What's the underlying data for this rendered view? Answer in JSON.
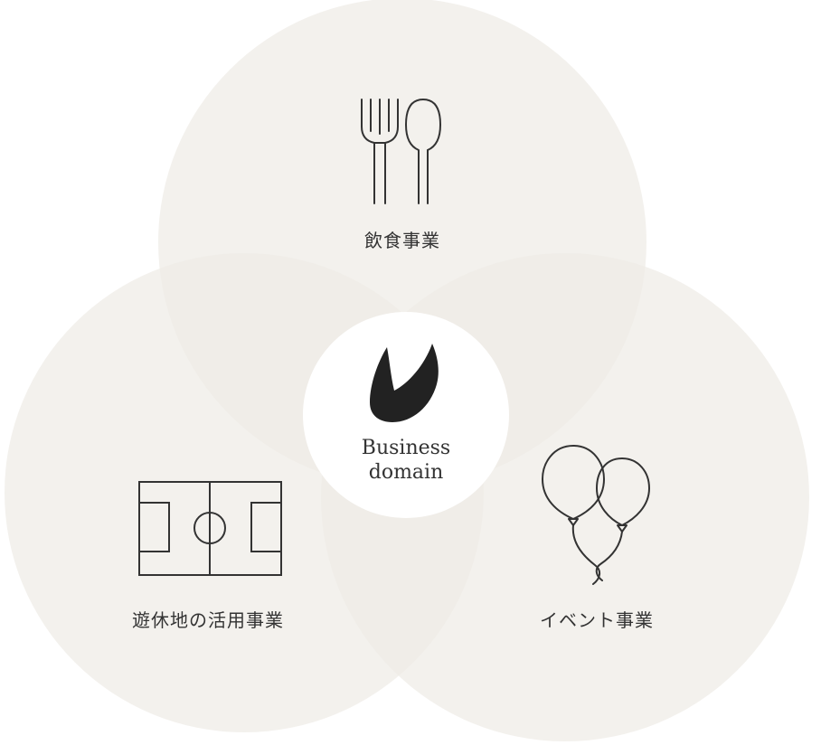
{
  "diagram": {
    "type": "venn",
    "colors": {
      "circle_fill": "#efebe6",
      "overlap_tone": "#e6dfd8",
      "center_fill": "#ffffff",
      "line": "#333333",
      "logo": "#222222"
    },
    "circles": [
      {
        "label": "飲食事業",
        "icon": "fork-and-spoon-icon"
      },
      {
        "label": "遊休地の活用事業",
        "icon": "soccer-field-icon"
      },
      {
        "label": "イベント事業",
        "icon": "balloons-icon"
      }
    ],
    "center": {
      "line1": "Business",
      "line2": "domain",
      "icon": "brand-logo-icon"
    }
  }
}
